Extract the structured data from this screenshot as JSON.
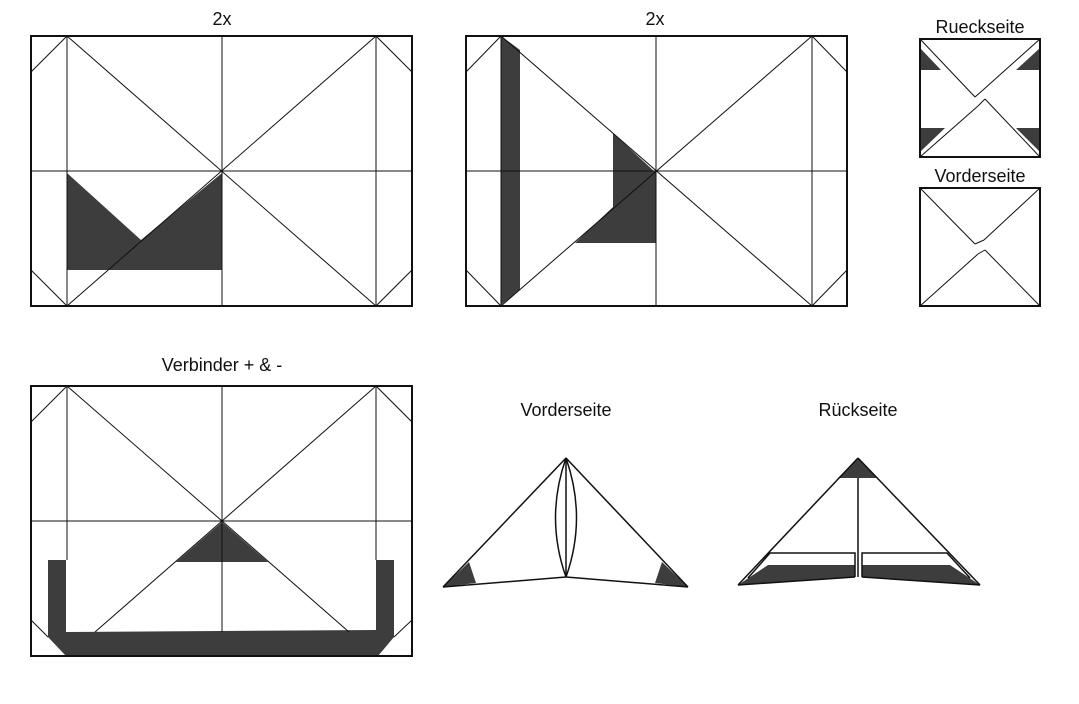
{
  "colors": {
    "line": "#111111",
    "fill": "#3d3d3d",
    "background": "#ffffff"
  },
  "labels": {
    "panel1": "2x",
    "panel2": "2x",
    "back_small": "Rueckseite",
    "front_small": "Vorderseite",
    "connector": "Verbinder + & -",
    "front_folded": "Vorderseite",
    "back_folded": "Rückseite"
  }
}
